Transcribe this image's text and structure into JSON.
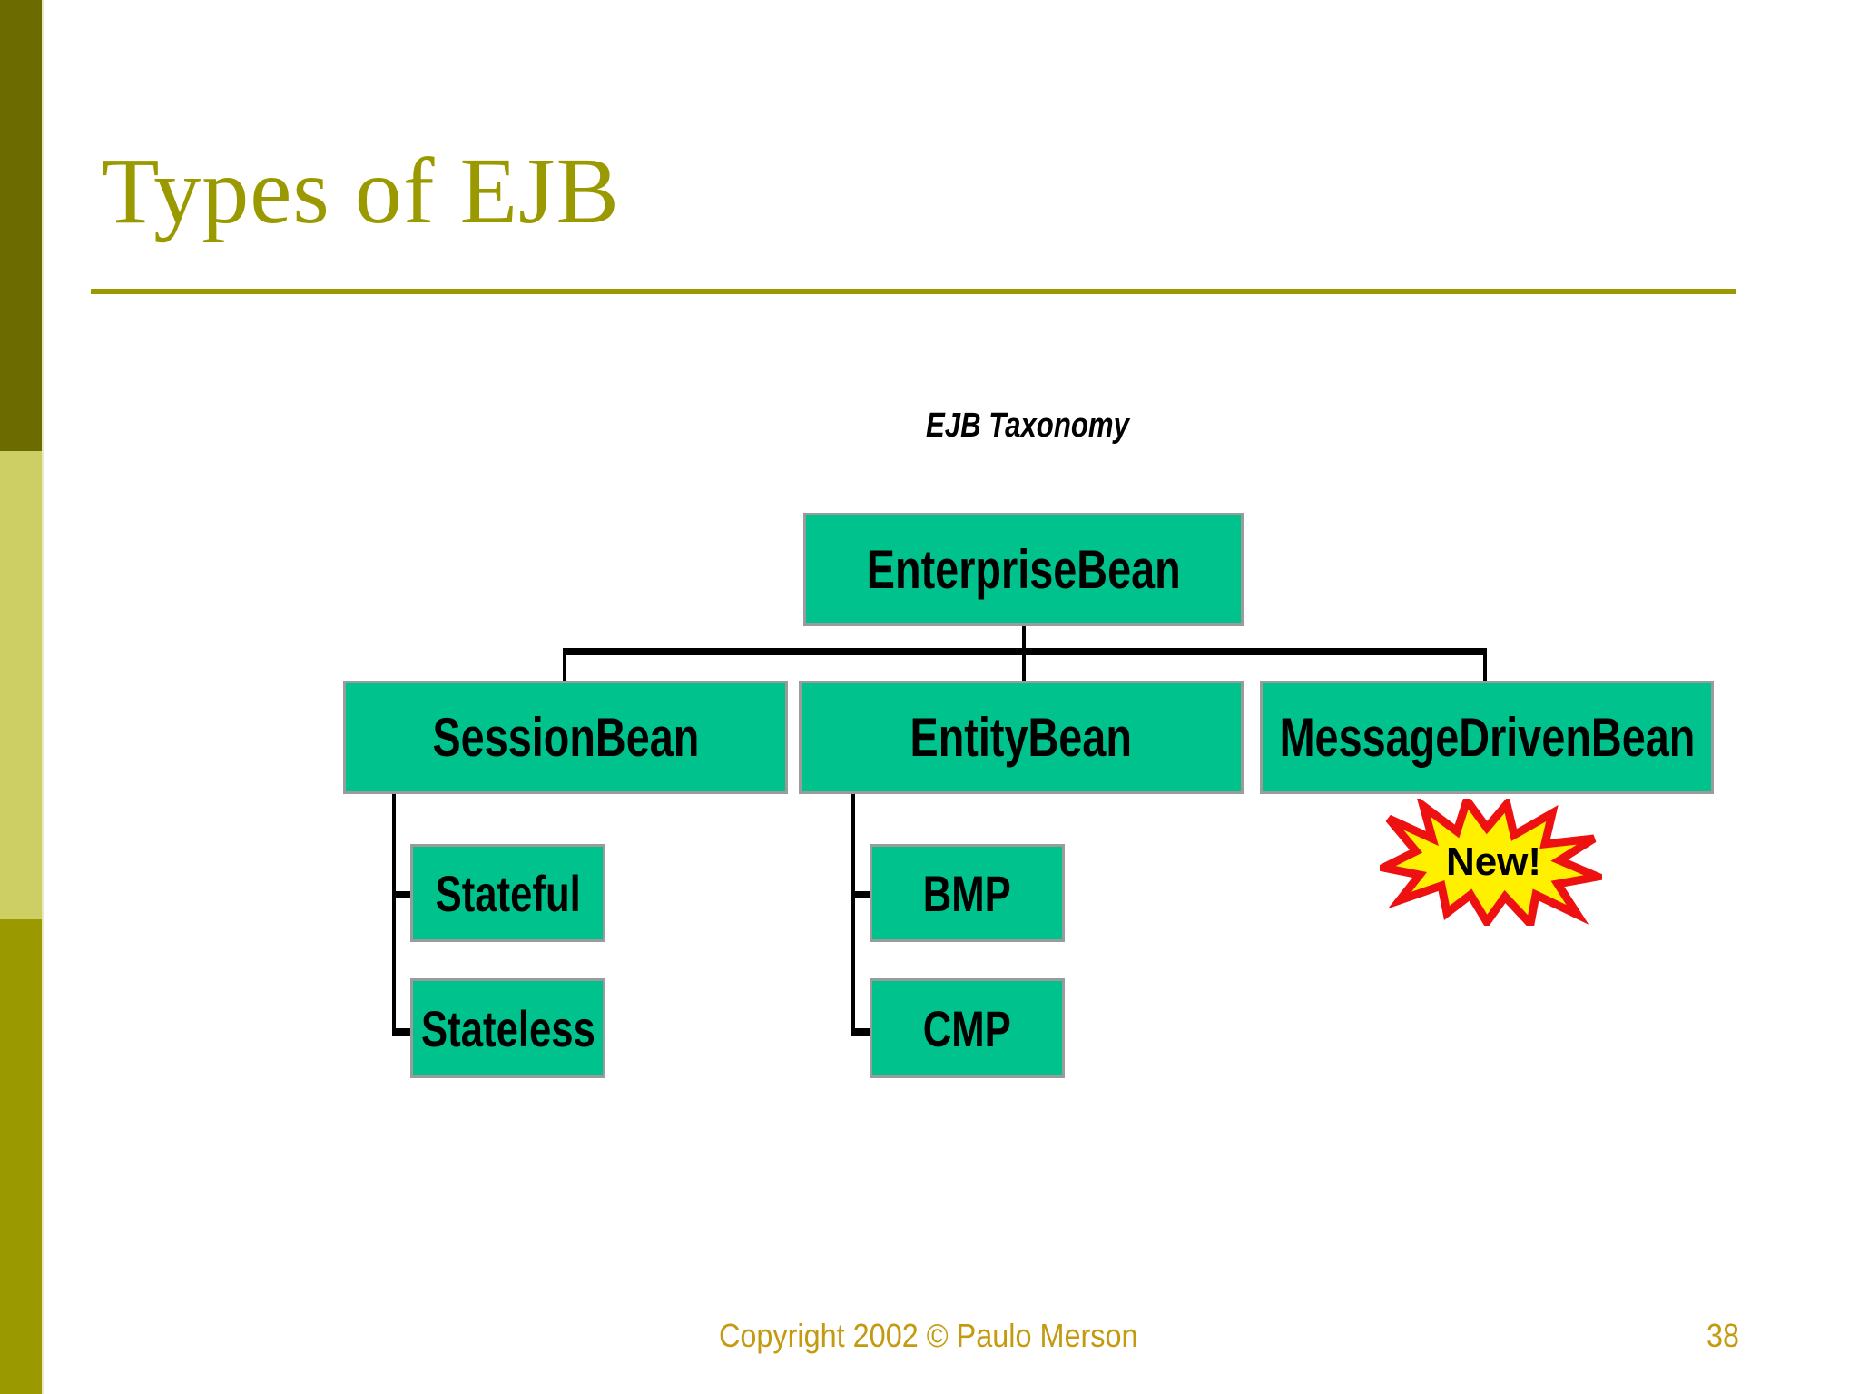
{
  "slide": {
    "title": "Types of EJB",
    "page_number": "38",
    "copyright": "Copyright 2002 © Paulo Merson",
    "title_color": "#9A9A00",
    "footer_color": "#C49A10",
    "node_fill_color": "#00C28C",
    "node_border_color": "#9B9B9B",
    "sidebar_colors": {
      "top": "#6B6B00",
      "middle": "#CDCE63",
      "bottom": "#9A9A00"
    }
  },
  "diagram": {
    "caption": "EJB Taxonomy",
    "type": "tree",
    "nodes": [
      {
        "id": "enterprisebean",
        "label": "EnterpriseBean",
        "level": 0,
        "parent": null
      },
      {
        "id": "sessionbean",
        "label": "SessionBean",
        "level": 1,
        "parent": "enterprisebean"
      },
      {
        "id": "entitybean",
        "label": "EntityBean",
        "level": 1,
        "parent": "enterprisebean"
      },
      {
        "id": "messagedrivenbean",
        "label": "MessageDrivenBean",
        "level": 1,
        "parent": "enterprisebean"
      },
      {
        "id": "stateful",
        "label": "Stateful",
        "level": 2,
        "parent": "sessionbean"
      },
      {
        "id": "stateless",
        "label": "Stateless",
        "level": 2,
        "parent": "sessionbean"
      },
      {
        "id": "bmp",
        "label": "BMP",
        "level": 2,
        "parent": "entitybean"
      },
      {
        "id": "cmp",
        "label": "CMP",
        "level": 2,
        "parent": "entitybean"
      }
    ],
    "badge": {
      "label": "New!",
      "shape": "starburst",
      "fill_color": "#FFF000",
      "outline_color": "#EE1111",
      "attached_to": "messagedrivenbean"
    }
  }
}
